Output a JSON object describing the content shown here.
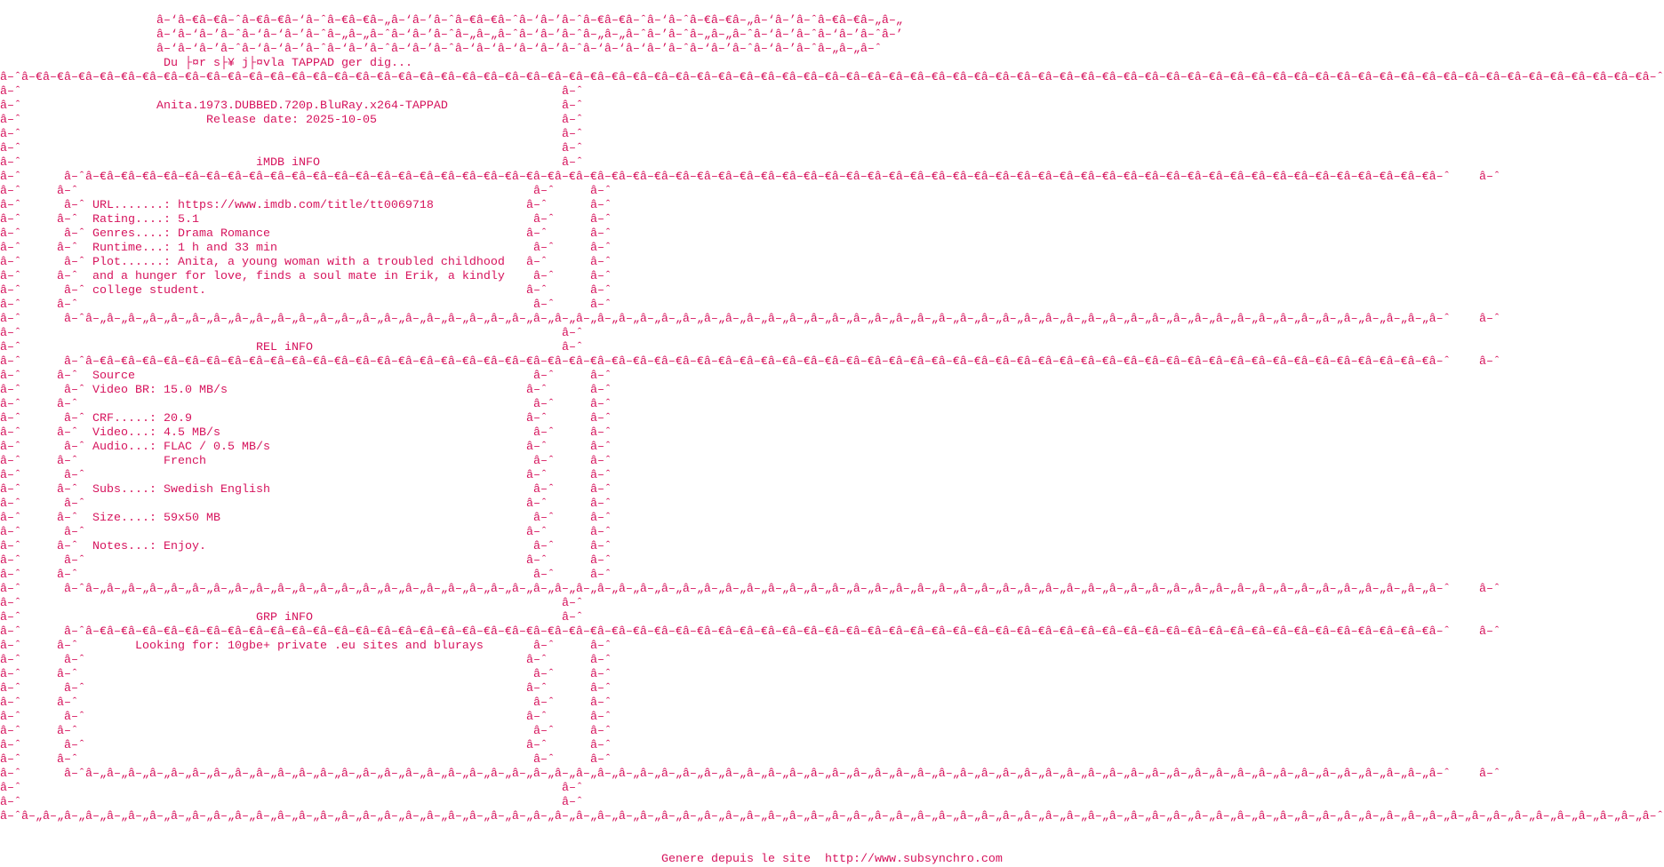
{
  "glyphs": {
    "block": "â–ˆ",
    "upper": "â–€",
    "lower": "â–„"
  },
  "colors": {
    "text": "#d6135c",
    "background": "#ffffff"
  },
  "logo": [
    "â–‘â–€â–€â–ˆâ–€â–€â–‘â–ˆâ–€â–€â–„â–‘â–’â–ˆâ–€â–€â–ˆâ–‘â–’â–ˆâ–€â–€â–ˆâ–‘â–ˆâ–€â–€â–„â–‘â–’â–ˆâ–€â–€â–„â–„",
    "â–‘â–‘â–’â–ˆâ–‘â–‘â–’â–ˆâ–„â–„â–ˆâ–‘â–’â–ˆâ–„â–„â–ˆâ–‘â–’â–ˆâ–„â–„â–ˆâ–’â–ˆâ–„â–„â–ˆâ–‘â–’â–ˆâ–‘â–’â–ˆâ–’",
    "â–‘â–‘â–’â–ˆâ–‘â–‘â–’â–ˆâ–‘â–’â–ˆâ–‘â–’â–ˆâ–‘â–‘â–‘â–‘â–’â–ˆâ–‘â–‘â–‘â–’â–ˆâ–‘â–’â–ˆâ–‘â–’â–ˆâ–„â–„â–ˆ"
  ],
  "tagline": "Du ├¤r s├¥ j├¤vla TAPPAD ger dig...",
  "release": {
    "name": "Anita.1973.DUBBED.720p.BluRay.x264-TAPPAD",
    "date": "Release date: 2025-10-05"
  },
  "sections": {
    "imdb": {
      "title": "iMDB iNFO",
      "lines": [
        "",
        "URL.......: https://www.imdb.com/title/tt0069718",
        "Rating....: 5.1",
        "Genres....: Drama Romance",
        "Runtime...: 1 h and 33 min",
        "Plot......: Anita, a young woman with a troubled childhood",
        "and a hunger for love, finds a soul mate in Erik, a kindly",
        "college student.",
        ""
      ]
    },
    "rel": {
      "title": "REL iNFO",
      "lines": [
        "Source",
        "Video BR: 15.0 MB/s",
        "",
        "CRF.....: 20.9",
        "Video...: 4.5 MB/s",
        "Audio...: FLAC / 0.5 MB/s",
        "          French",
        "",
        "Subs....: Swedish English",
        "",
        "Size....: 59x50 MB",
        "",
        "Notes...: Enjoy.",
        "",
        ""
      ]
    },
    "grp": {
      "title": "GRP iNFO",
      "lines": [
        "      Looking for: 10gbe+ private .eu sites and blurays",
        "",
        "",
        "",
        "",
        "",
        "",
        "",
        ""
      ]
    }
  },
  "footer": "Genere depuis le site  http://www.subsynchro.com"
}
